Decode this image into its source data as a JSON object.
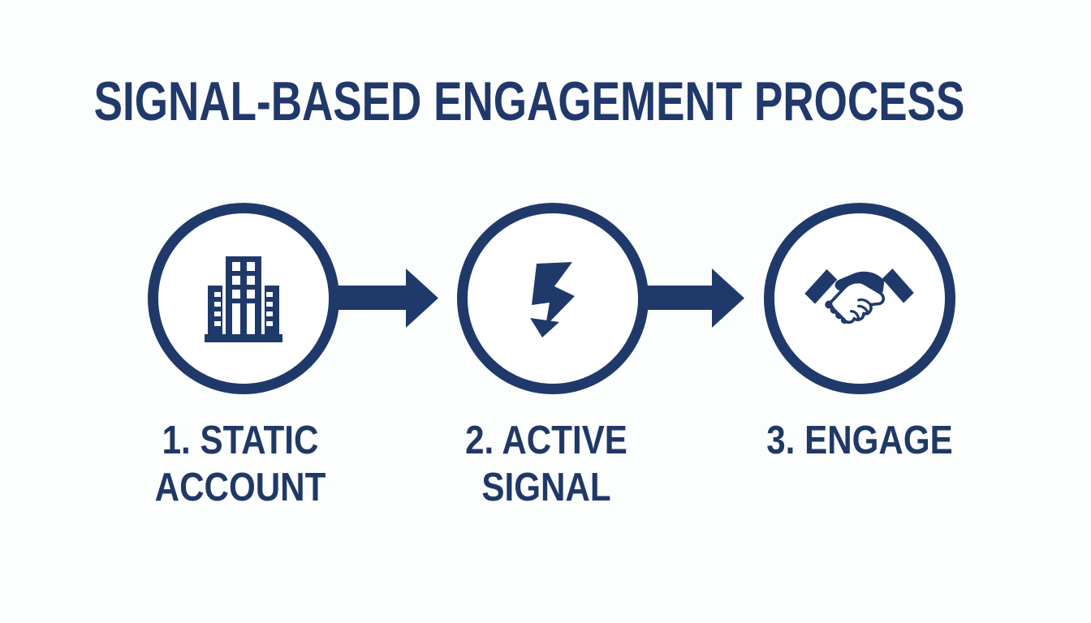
{
  "title": "SIGNAL-BASED ENGAGEMENT PROCESS",
  "colors": {
    "navy": "#1f3a6a",
    "text_navy": "#203866",
    "background": "#fcfdfd",
    "circle_fill": "#ffffff"
  },
  "steps": [
    {
      "order": "1",
      "icon": "building-icon",
      "label_line1": "1. STATIC",
      "label_line2": "ACCOUNT"
    },
    {
      "order": "2",
      "icon": "lightning-bolt-icon",
      "label_line1": "2. ACTIVE",
      "label_line2": "SIGNAL"
    },
    {
      "order": "3",
      "icon": "handshake-icon",
      "label_line1": "3. ENGAGE",
      "label_line2": ""
    }
  ],
  "connectors": [
    {
      "icon": "arrow-right-icon"
    },
    {
      "icon": "arrow-right-icon"
    }
  ]
}
